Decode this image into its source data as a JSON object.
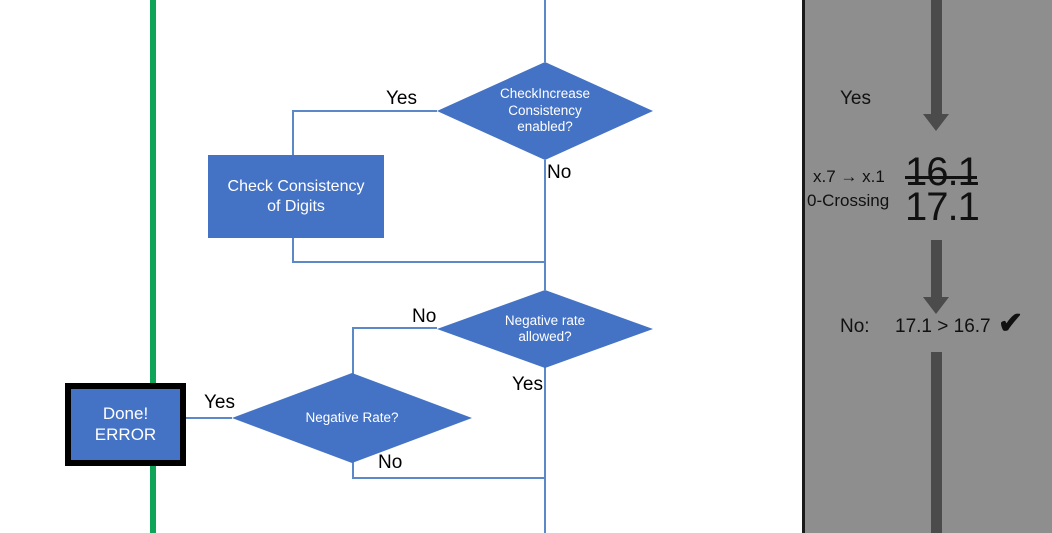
{
  "meta": {
    "colors": {
      "node_blue": "#4472C4",
      "divider_green": "#0FA457",
      "panel_gray": "#8E8E8E",
      "arrow_gray": "#4B4B4B",
      "wire_blue": "#5B89C8",
      "text_dark": "#111111",
      "node_text": "#FFFFFF"
    }
  },
  "flowchart": {
    "nodes": [
      {
        "id": "check_increase",
        "shape": "diamond",
        "lines": [
          "CheckIncrease",
          "Consistency",
          "enabled?"
        ]
      },
      {
        "id": "check_consistency",
        "shape": "process",
        "lines": [
          "Check Consistency",
          "of Digits"
        ]
      },
      {
        "id": "negative_rate_allowed",
        "shape": "diamond",
        "lines": [
          "Negative rate",
          "allowed?"
        ]
      },
      {
        "id": "negative_rate",
        "shape": "diamond",
        "lines": [
          "Negative Rate?"
        ]
      },
      {
        "id": "done_error",
        "shape": "terminator",
        "lines": [
          "Done!",
          "ERROR"
        ]
      }
    ],
    "edge_labels": {
      "check_increase_yes": "Yes",
      "check_increase_no": "No",
      "neg_allowed_no": "No",
      "neg_allowed_yes": "Yes",
      "neg_rate_yes": "Yes",
      "neg_rate_no": "No"
    }
  },
  "panel": {
    "branch_label": "Yes",
    "rule_rows": [
      {
        "label": "x.7 → x.1",
        "value": "16.1",
        "struck": true
      },
      {
        "label": "0-Crossing",
        "value": "17.1",
        "struck": false
      }
    ],
    "result": {
      "prefix": "No:",
      "comparison": "17.1 > 16.7",
      "mark": "✔"
    }
  }
}
